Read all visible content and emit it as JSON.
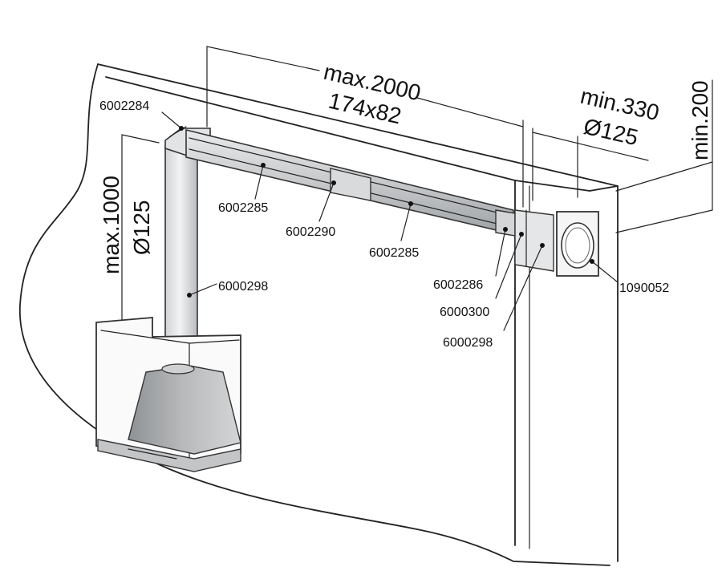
{
  "dimensions": {
    "duct_length": "max.2000",
    "duct_section": "174x82",
    "wall_offset": "min.330",
    "wall_diameter": "Ø125",
    "ceiling_gap": "min.200",
    "vertical_length": "max.1000",
    "vertical_diameter": "Ø125"
  },
  "parts": {
    "p6002284": "6002284",
    "p6002285_left": "6002285",
    "p6002290": "6002290",
    "p6002285_right": "6002285",
    "p6002286": "6002286",
    "p6000300": "6000300",
    "p6000298_right": "6000298",
    "p6000298_left": "6000298",
    "p1090052": "1090052"
  }
}
